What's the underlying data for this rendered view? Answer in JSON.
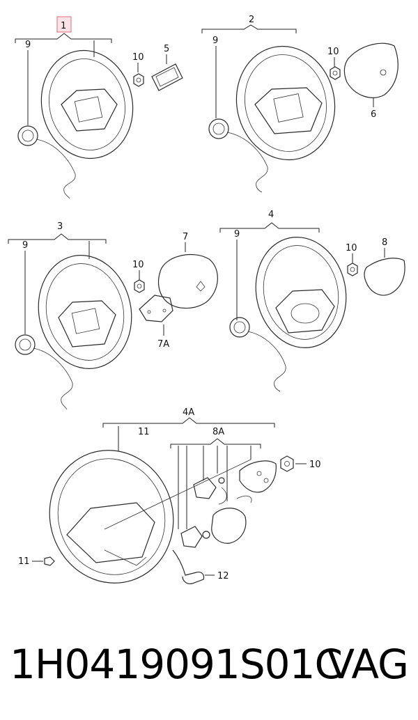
{
  "diagram": {
    "callouts": {
      "c1": "1",
      "c2": "2",
      "c3": "3",
      "c4": "4",
      "c4a": "4A",
      "c5": "5",
      "c6": "6",
      "c7": "7",
      "c7a": "7A",
      "c8": "8",
      "c8a": "8A",
      "c9_a": "9",
      "c9_b": "9",
      "c9_c": "9",
      "c9_d": "9",
      "c10_a": "10",
      "c10_b": "10",
      "c10_c": "10",
      "c10_d": "10",
      "c10_e": "10",
      "c11_a": "11",
      "c11_b": "11",
      "c12": "12"
    },
    "highlight_color": "#e06a7a"
  },
  "footer": {
    "part_number": "1H0419091S01C",
    "brand": "VAG"
  }
}
